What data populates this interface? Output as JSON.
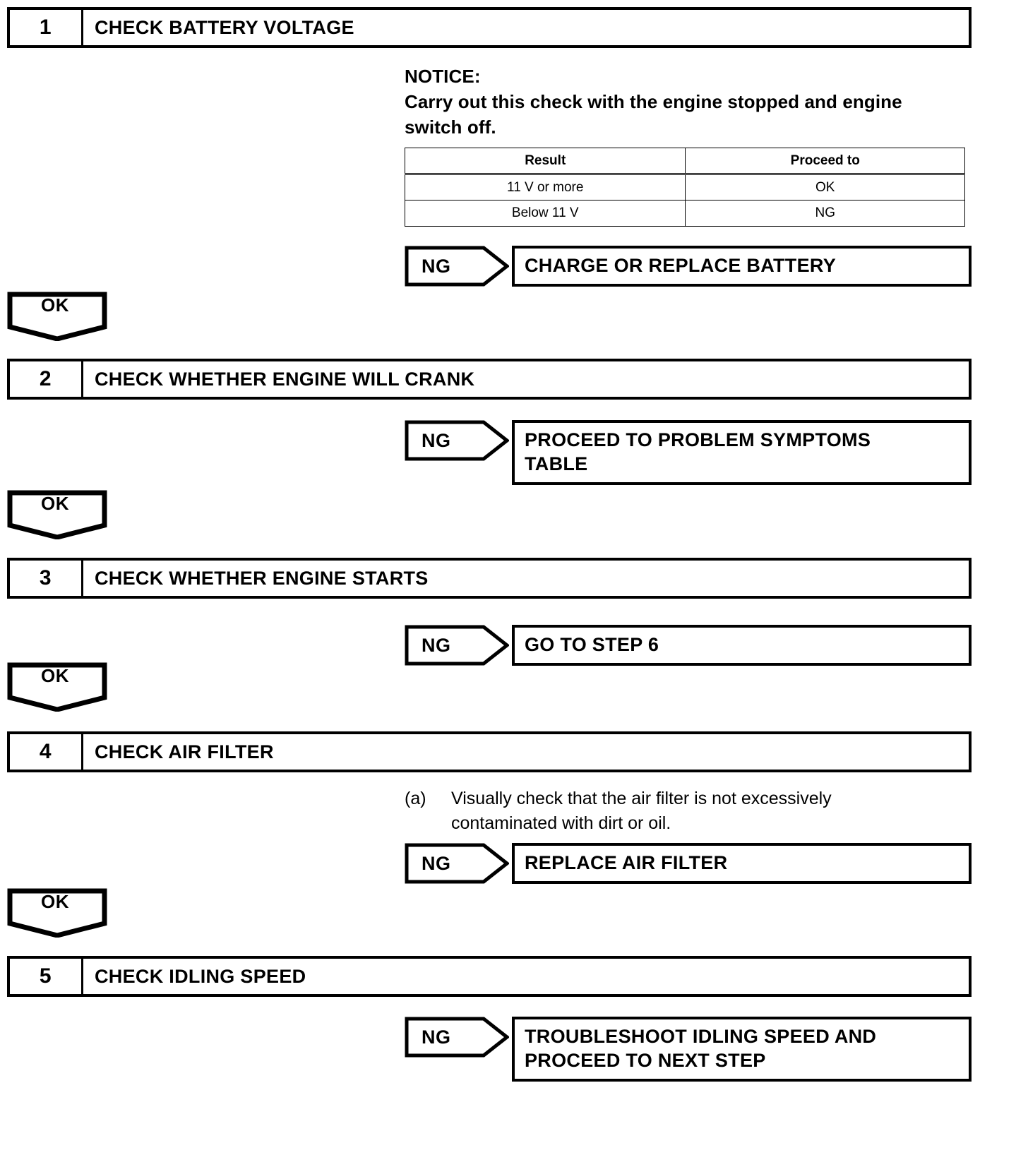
{
  "document": {
    "type": "troubleshooting-flowchart",
    "title": "Engine Starting / Idling Diagnostic Flowchart"
  },
  "labels": {
    "ok": "OK",
    "ng": "NG"
  },
  "notice": {
    "heading": "NOTICE:",
    "line1": "Carry out this check with the engine stopped and engine",
    "line2": "switch off."
  },
  "result_table": {
    "headers": [
      "Result",
      "Proceed to"
    ],
    "rows": [
      [
        "11 V or more",
        "OK"
      ],
      [
        "Below 11 V",
        "NG"
      ]
    ]
  },
  "steps": [
    {
      "number": "1",
      "title": "CHECK BATTERY VOLTAGE",
      "ng_label": "NG",
      "ng_result": "CHARGE OR REPLACE BATTERY",
      "ok_label": "OK"
    },
    {
      "number": "2",
      "title": "CHECK WHETHER ENGINE WILL CRANK",
      "ng_label": "NG",
      "ng_result_line1": "PROCEED TO PROBLEM SYMPTOMS",
      "ng_result_line2": "TABLE",
      "ok_label": "OK"
    },
    {
      "number": "3",
      "title": "CHECK WHETHER ENGINE STARTS",
      "ng_label": "NG",
      "ng_result": "GO TO STEP 6",
      "ok_label": "OK"
    },
    {
      "number": "4",
      "title": "CHECK AIR FILTER",
      "procedure_marker": "(a)",
      "procedure_line1": "Visually check that the air filter is not excessively",
      "procedure_line2": "contaminated with dirt or oil.",
      "ng_label": "NG",
      "ng_result": "REPLACE AIR FILTER",
      "ok_label": "OK"
    },
    {
      "number": "5",
      "title": "CHECK IDLING SPEED",
      "ng_label": "NG",
      "ng_result_line1": "TROUBLESHOOT IDLING SPEED AND",
      "ng_result_line2": "PROCEED TO NEXT STEP"
    }
  ],
  "colors": {
    "ink": "#000000",
    "paper": "#ffffff"
  }
}
